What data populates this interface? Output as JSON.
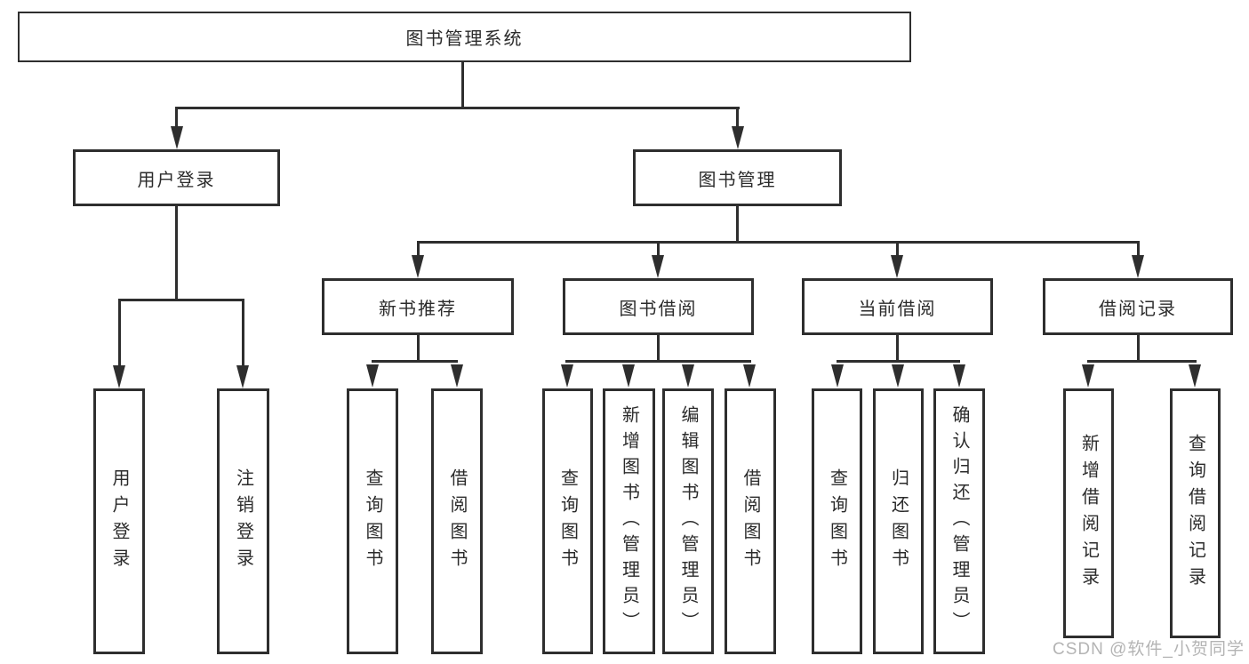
{
  "root": {
    "label": "图书管理系统"
  },
  "user_login": {
    "label": "用户登录",
    "children": [
      {
        "label": "用户登录"
      },
      {
        "label": "注销登录"
      }
    ]
  },
  "book_mgmt": {
    "label": "图书管理",
    "children": [
      {
        "label": "新书推荐",
        "children": [
          {
            "label": "查询图书"
          },
          {
            "label": "借阅图书"
          }
        ]
      },
      {
        "label": "图书借阅",
        "children": [
          {
            "label": "查询图书"
          },
          {
            "label": "新增图书（管理员）"
          },
          {
            "label": "编辑图书（管理员）"
          },
          {
            "label": "借阅图书"
          }
        ]
      },
      {
        "label": "当前借阅",
        "children": [
          {
            "label": "查询图书"
          },
          {
            "label": "归还图书"
          },
          {
            "label": "确认归还（管理员）"
          }
        ]
      },
      {
        "label": "借阅记录",
        "children": [
          {
            "label": "新增借阅记录"
          },
          {
            "label": "查询借阅记录"
          }
        ]
      }
    ]
  },
  "watermark": "CSDN @软件_小贺同学",
  "colors": {
    "line": "#2e2e2e",
    "border": "#2e2e2e",
    "text": "#2b2b2b",
    "watermark": "#b4b4b4",
    "background": "#ffffff"
  }
}
